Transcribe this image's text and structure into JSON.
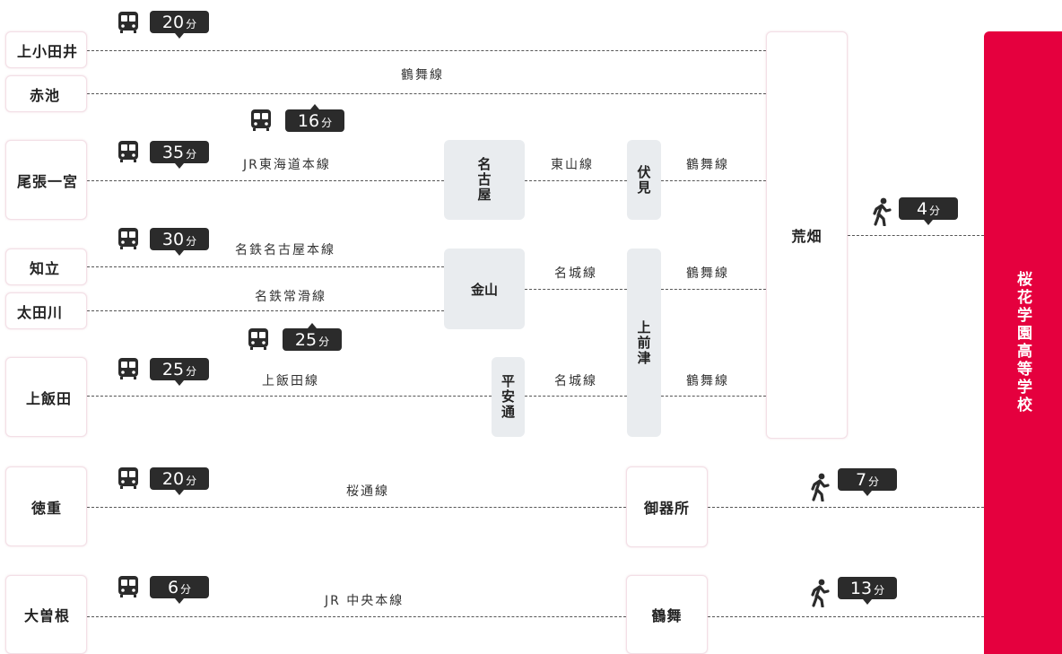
{
  "school": {
    "name": "桜花学園高等学校"
  },
  "stations": {
    "kamiotai": "上小田井",
    "akaike": "赤池",
    "owari_ichinomiya": "尾張一宮",
    "chiryu": "知立",
    "otagawa": "太田川",
    "kamiiida": "上飯田",
    "tokushige": "徳重",
    "ozone": "大曽根",
    "nagoya": "名古屋",
    "kanayama": "金山",
    "heiando": "平安通",
    "fushimi": "伏見",
    "kamimaezu": "上前津",
    "arahata": "荒畑",
    "gokisho": "御器所",
    "tsurumai": "鶴舞"
  },
  "lines": {
    "tsurumai1": "鶴舞線",
    "jr_tokaido": "JR東海道本線",
    "higashiyama": "東山線",
    "tsurumai2": "鶴舞線",
    "meitetsu_nagoya": "名鉄名古屋本線",
    "meijo1": "名城線",
    "tsurumai3": "鶴舞線",
    "meitetsu_tokoname": "名鉄常滑線",
    "kamiiida_line": "上飯田線",
    "meijo2": "名城線",
    "tsurumai4": "鶴舞線",
    "sakuradori": "桜通線",
    "jr_chuo": "JR 中央本線"
  },
  "times": {
    "kamiotai": {
      "value": "20",
      "unit": "分"
    },
    "nagoya_branch": {
      "value": "16",
      "unit": "分"
    },
    "owari_ichinomiya": {
      "value": "35",
      "unit": "分"
    },
    "chiryu": {
      "value": "30",
      "unit": "分"
    },
    "otagawa": {
      "value": "25",
      "unit": "分"
    },
    "kamiiida": {
      "value": "25",
      "unit": "分"
    },
    "tokushige": {
      "value": "20",
      "unit": "分"
    },
    "ozone": {
      "value": "6",
      "unit": "分"
    },
    "walk_arahata": {
      "value": "4",
      "unit": "分"
    },
    "walk_gokisho": {
      "value": "7",
      "unit": "分"
    },
    "walk_tsurumai": {
      "value": "13",
      "unit": "分"
    }
  },
  "icons": {
    "train": "train-icon",
    "walk": "walking-person-icon"
  },
  "colors": {
    "accent": "#e5003e",
    "badge": "#2b2b2b",
    "station_border": "#f3dfe6",
    "transfer_box": "#e9ecef"
  }
}
